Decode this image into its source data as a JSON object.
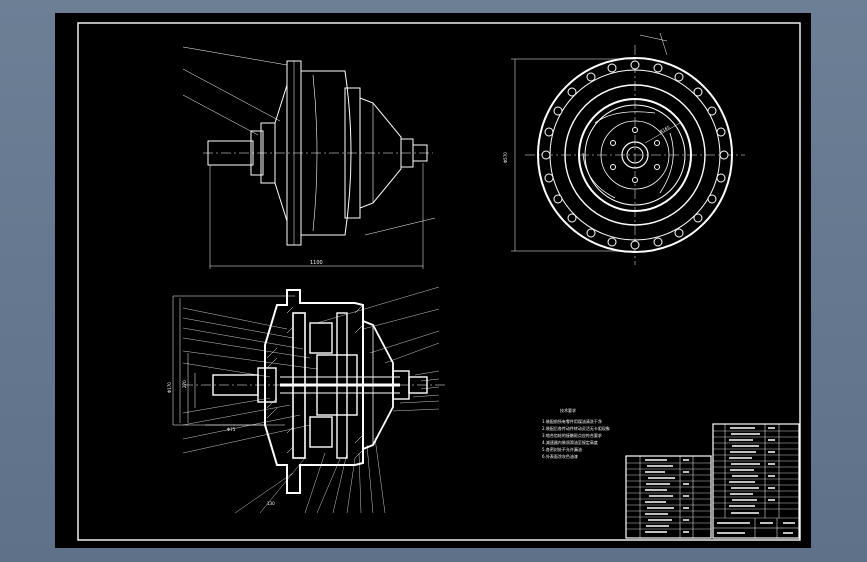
{
  "drawing": {
    "views": {
      "elevation": {
        "width_dim": "1100"
      },
      "end_view": {
        "height_dim": "Φ570",
        "radial_dim": "R165"
      },
      "section": {
        "dim_a": "Φ170",
        "dim_b": "270",
        "dim_c": "Φ75",
        "dim_d": "130"
      }
    },
    "notes": {
      "title": "技术要求",
      "lines": [
        "1.装配前所有零件用煤油清洗干净",
        "2.装配后各传动件转动灵活无卡阻现象",
        "3.啮合齿轮的接触斑点应符合要求",
        "4.减速器内装润滑油至规定高度",
        "5.各密封处不允许漏油",
        "6.外表面涂灰色油漆"
      ]
    }
  }
}
